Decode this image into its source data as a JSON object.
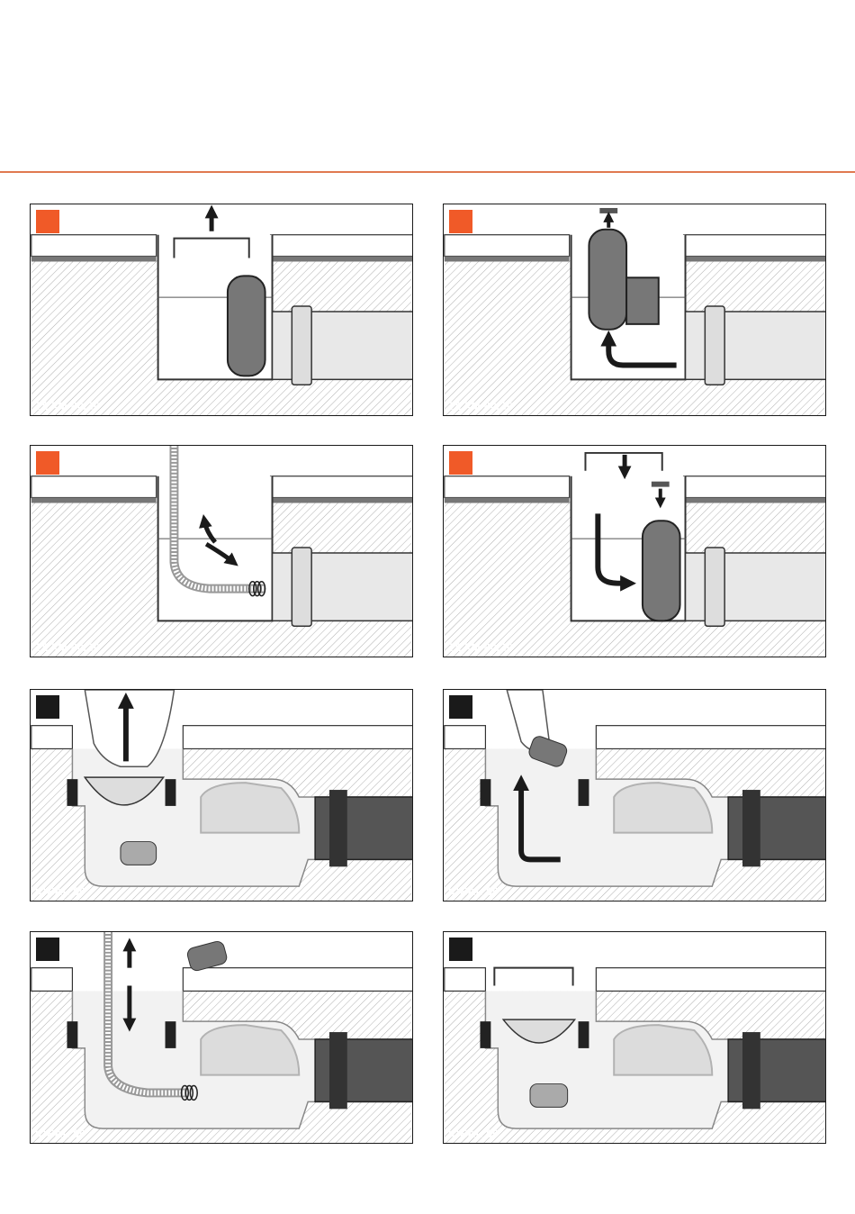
{
  "colors": {
    "accent": "#f05a28",
    "step_dark": "#1a1a1a",
    "rule": "#e07a50"
  },
  "steps": [
    {
      "badge": "orange",
      "action": "remove-grate",
      "model": "TEAM 80/30"
    },
    {
      "badge": "orange",
      "action": "lift-trap",
      "model": "TEAM 80/30"
    },
    {
      "badge": "orange",
      "action": "clean-pipe",
      "model": "TEAM 80/30"
    },
    {
      "badge": "orange",
      "action": "reinsert-trap",
      "model": "TEAM 80/30"
    },
    {
      "badge": "dark",
      "action": "remove-strainer",
      "model": "IDEAL 50"
    },
    {
      "badge": "dark",
      "action": "remove-plug",
      "model": "IDEAL 50"
    },
    {
      "badge": "dark",
      "action": "clean-pipe",
      "model": "IDEAL 50"
    },
    {
      "badge": "dark",
      "action": "reassemble",
      "model": "IDEAL 50"
    }
  ]
}
